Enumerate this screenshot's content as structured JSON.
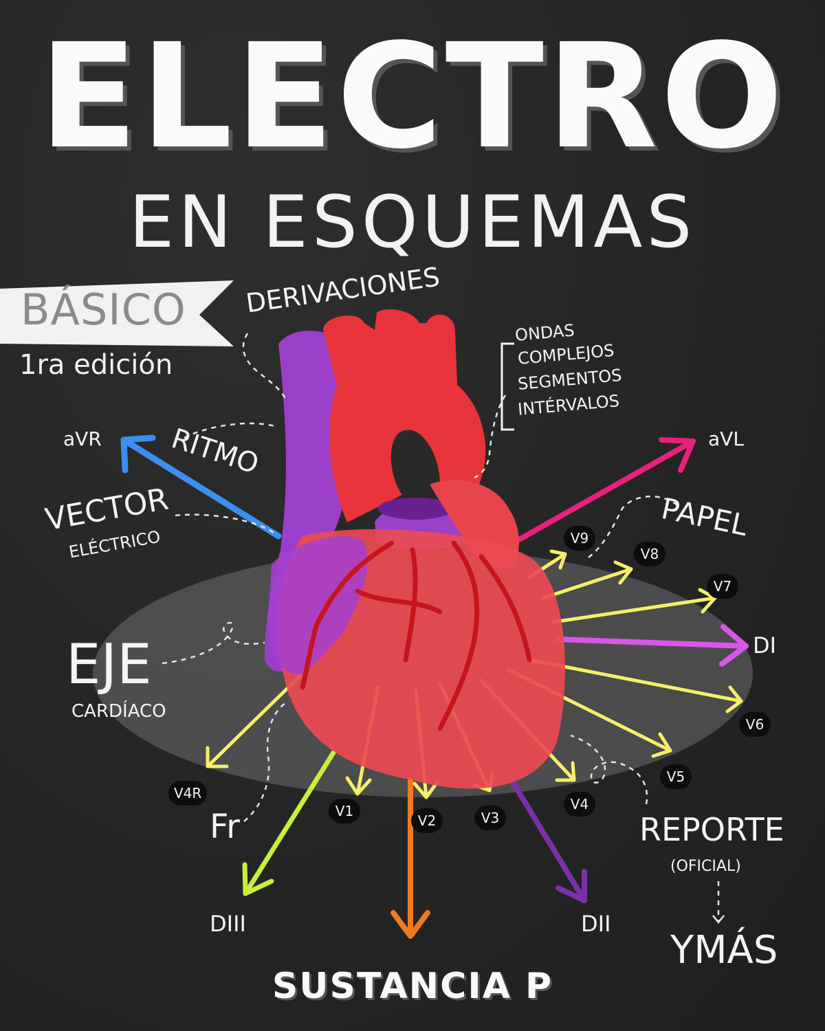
{
  "title": "ELECTRO",
  "subtitle": "EN ESQUEMAS",
  "level": "BÁSICO",
  "edition": "1ra edición",
  "topics": {
    "derivaciones": "DERIVACIONES",
    "ritmo": "RITMO",
    "vector_line1": "VECTOR",
    "vector_line2": "ELÉCTRICO",
    "eje_line1": "EJE",
    "eje_line2": "CARDÍACO",
    "fr": "Fr",
    "papel": "PAPEL",
    "reporte_line1": "REPORTE",
    "reporte_line2": "(OFICIAL)",
    "ymas": "YMÁS"
  },
  "wave_list": [
    "ONDAS",
    "COMPLEJOS",
    "SEGMENTOS",
    "INTÉRVALOS"
  ],
  "leads": {
    "avr": "aVR",
    "avl": "aVL",
    "di": "DI",
    "dii": "DII",
    "diii": "DIII",
    "v4r": "V4R",
    "v1": "V1",
    "v2": "V2",
    "v3": "V3",
    "v4": "V4",
    "v5": "V5",
    "v6": "V6",
    "v7": "V7",
    "v8": "V8",
    "v9": "V9"
  },
  "footer": "SUSTANCIA P",
  "colors": {
    "background": "#262626",
    "avr_arrow": "#3b8ff0",
    "avl_arrow": "#e8207e",
    "di_arrow": "#d957e8",
    "dii_arrow": "#7b2fa8",
    "diii_arrow": "#c6f03a",
    "avf_arrow": "#f07a22",
    "precordial_arrows": "#f7ef6a",
    "heart_red": "#e83a3a",
    "vein_purple": "#9b3fc8"
  }
}
